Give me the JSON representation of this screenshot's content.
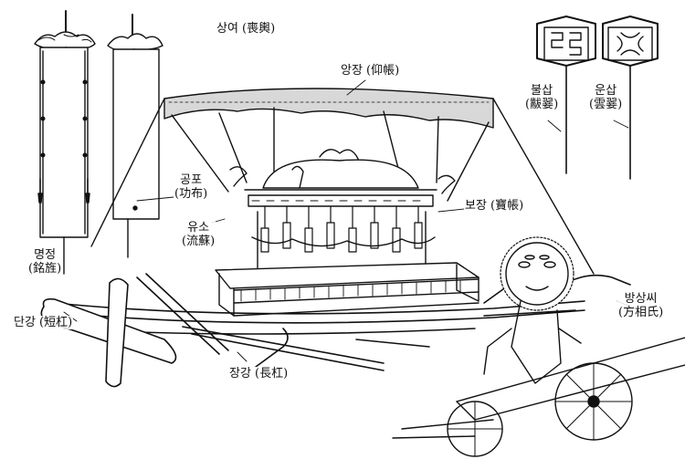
{
  "figure": {
    "title": "상여 (喪輿)"
  },
  "labels": {
    "sangyeo": "상여 (喪輿)",
    "angjang": "앙장 (仰帳)",
    "bulsap_ko": "불삽",
    "bulsap_hanja": "(黻翣)",
    "unsap_ko": "운삽",
    "unsap_hanja": "(雲翣)",
    "gongpo_ko": "공포",
    "gongpo_hanja": "(功布)",
    "yuso_ko": "유소",
    "yuso_hanja": "(流蘇)",
    "bojang": "보장 (寶帳)",
    "myeongjeong_ko": "명정",
    "myeongjeong_hanja": "(銘旌)",
    "dangang": "단강 (短杠)",
    "janggang": "장강 (長杠)",
    "bangsangssi_ko": "방상씨",
    "bangsangssi_hanja": "(方相氏)"
  },
  "colors": {
    "ink": "#111111",
    "paper": "#ffffff"
  }
}
